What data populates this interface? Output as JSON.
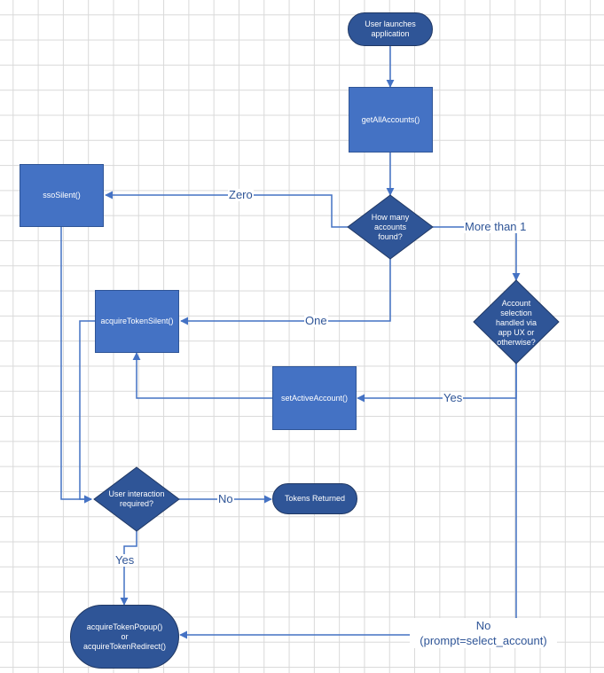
{
  "nodes": {
    "user_launches": "User launches application",
    "get_all_accounts": "getAllAccounts()",
    "sso_silent": "ssoSilent()",
    "how_many_accounts": "How many accounts found?",
    "acquire_token_silent": "acquireTokenSilent()",
    "account_selection": "Account selection handled via app UX or otherwise?",
    "set_active_account": "setActiveAccount()",
    "user_interaction": "User interaction required?",
    "tokens_returned": "Tokens Returned",
    "acquire_popup": "acquireTokenPopup()",
    "or_text": "or",
    "acquire_redirect": "acquireTokenRedirect()"
  },
  "edges": {
    "zero": "Zero",
    "more_than_one": "More than 1",
    "one": "One",
    "yes_selection": "Yes",
    "no_interaction": "No",
    "yes_interaction": "Yes",
    "no_selection": "No",
    "no_selection_detail": "(prompt=select_account)"
  },
  "colors": {
    "box_fill": "#4472c4",
    "terminal_fill": "#2f5597",
    "connector": "#4472c4",
    "label_text": "#2f5597",
    "grid": "#d9d9d9"
  }
}
